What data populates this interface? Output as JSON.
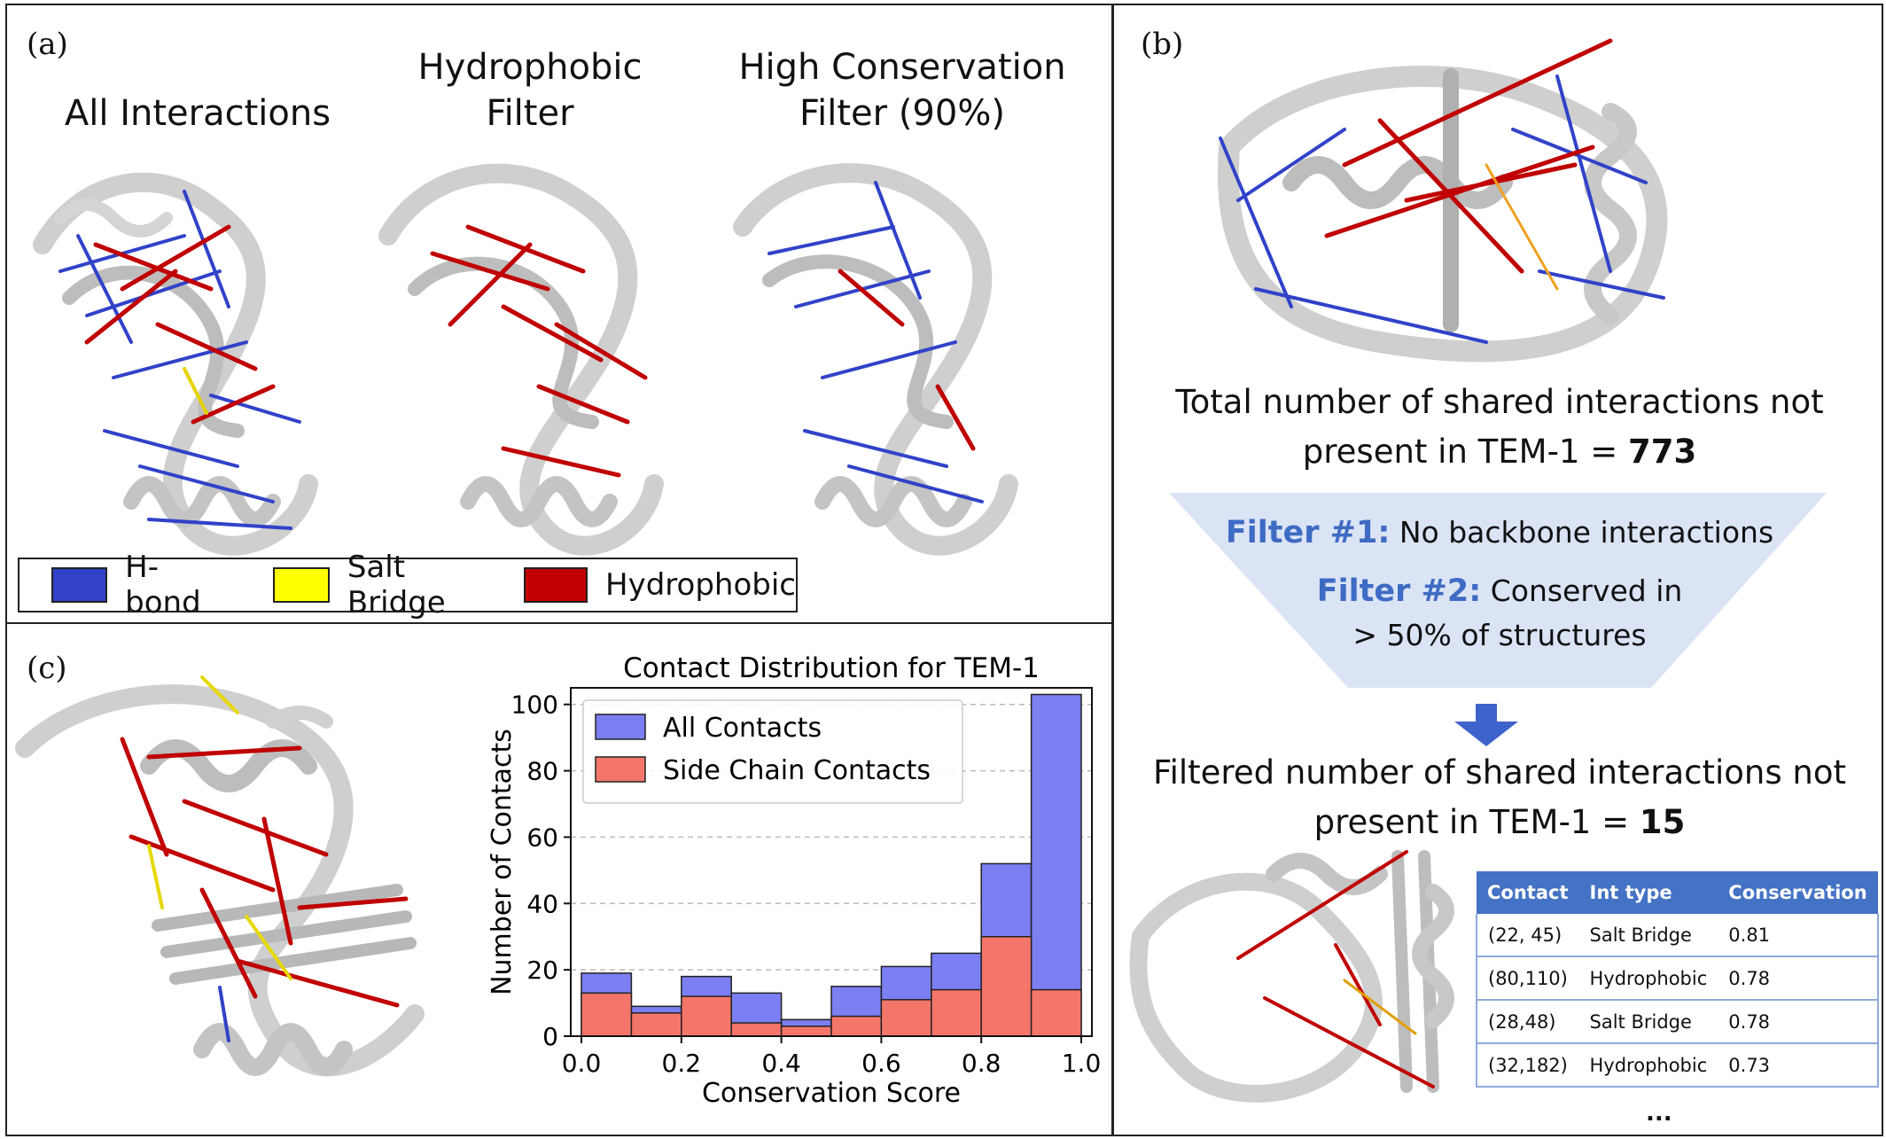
{
  "panel_a": {
    "label": "(a)",
    "titles": [
      "All Interactions",
      "Hydrophobic\nFilter",
      "High Conservation\nFilter (90%)"
    ],
    "legend": [
      {
        "label": "H-bond",
        "color": "#3142c9"
      },
      {
        "label": "Salt Bridge",
        "color": "#ffff00"
      },
      {
        "label": "Hydrophobic",
        "color": "#c00000"
      }
    ]
  },
  "panel_b": {
    "label": "(b)",
    "total_text_line1": "Total number of shared interactions not",
    "total_text_line2": "present in TEM-1 = ",
    "total_value": "773",
    "filter1_tag": "Filter #1:",
    "filter1_text": " No backbone interactions",
    "filter2_tag": "Filter #2:",
    "filter2_text_line1": " Conserved  in",
    "filter2_text_line2": "> 50% of structures",
    "filtered_text_line1": "Filtered number of shared interactions not",
    "filtered_text_line2": "present in TEM-1 = ",
    "filtered_value": "15",
    "table": {
      "headers": [
        "Contact",
        "Int type",
        "Conservation"
      ],
      "rows": [
        [
          "(22, 45)",
          "Salt Bridge",
          "0.81"
        ],
        [
          "(80,110)",
          "Hydrophobic",
          "0.78"
        ],
        [
          "(28,48)",
          "Salt Bridge",
          "0.78"
        ],
        [
          "(32,182)",
          "Hydrophobic",
          "0.73"
        ]
      ],
      "more": "..."
    }
  },
  "panel_c": {
    "label": "(c)"
  },
  "chart_data": {
    "type": "bar",
    "title": "Contact Distribution for TEM-1",
    "xlabel": "Conservation Score",
    "ylabel": "Number of Contacts",
    "xlim": [
      0.0,
      1.0
    ],
    "ylim": [
      0,
      105
    ],
    "xticks": [
      "0.0",
      "0.2",
      "0.4",
      "0.6",
      "0.8",
      "1.0"
    ],
    "yticks": [
      "0",
      "20",
      "40",
      "60",
      "80",
      "100"
    ],
    "bin_edges": [
      0.0,
      0.1,
      0.2,
      0.3,
      0.4,
      0.5,
      0.6,
      0.7,
      0.8,
      0.9,
      1.0
    ],
    "grid": "horizontal dashed",
    "legend_position": "top-left",
    "series": [
      {
        "name": "All Contacts",
        "color": "#7b7ff2",
        "values": [
          19,
          9,
          18,
          13,
          5,
          15,
          21,
          25,
          52,
          103
        ]
      },
      {
        "name": "Side Chain Contacts",
        "color": "#f4766a",
        "values": [
          13,
          7,
          12,
          4,
          3,
          6,
          11,
          14,
          30,
          14
        ]
      }
    ]
  }
}
